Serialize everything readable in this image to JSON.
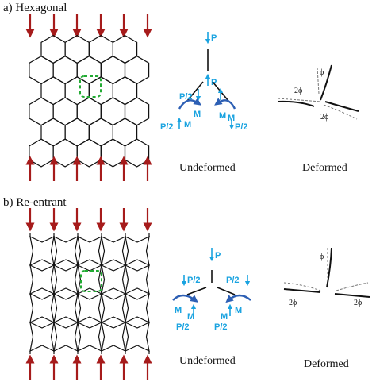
{
  "panels": [
    {
      "title": "a) Hexagonal",
      "undeformed_caption": "Undeformed",
      "deformed_caption": "Deformed",
      "labels": {
        "p_top": "P",
        "p_mid": "P",
        "p_half_left": "P/2",
        "p_half_right": "P/2",
        "p_half_bottom_left": "P/2",
        "m_left": "M",
        "m_left2": "M",
        "m_right": "M",
        "m_right2": "M"
      },
      "angles": {
        "phi": "ϕ",
        "two_phi_left": "2ϕ",
        "two_phi_right": "2ϕ"
      }
    },
    {
      "title": "b) Re-entrant",
      "undeformed_caption": "Undeformed",
      "deformed_caption": "Deformed",
      "labels": {
        "p_top": "P",
        "p_half_left": "P/2",
        "p_half_right": "P/2",
        "p_half_bottom_left": "P/2",
        "p_half_bottom_right": "P/2",
        "m_left": "M",
        "m_left2": "M",
        "m_right": "M",
        "m_right2": "M"
      },
      "angles": {
        "phi": "ϕ",
        "two_phi_left": "2ϕ",
        "two_phi_right": "2ϕ"
      }
    }
  ],
  "colors": {
    "load_arrow": "#a61b1b",
    "label_blue": "#1aa3e0",
    "moment_blue": "#2d5fb4",
    "highlight_green": "#22aa33"
  }
}
